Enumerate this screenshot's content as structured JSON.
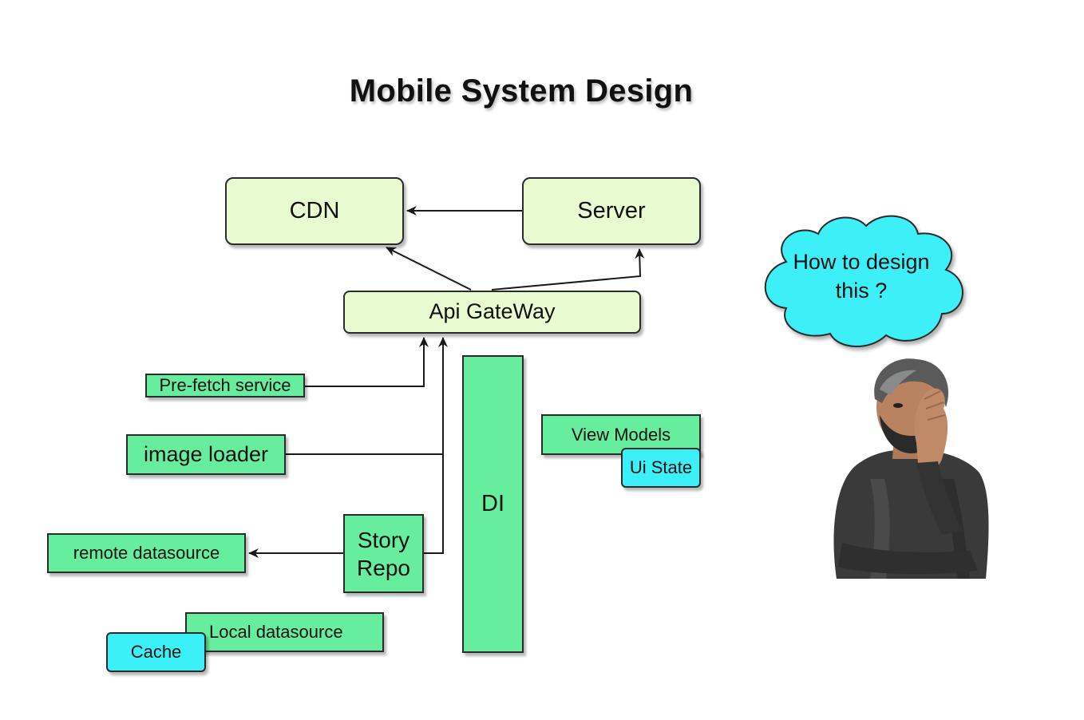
{
  "title": "Mobile System Design",
  "nodes": {
    "cdn": "CDN",
    "server": "Server",
    "api_gateway": "Api GateWay",
    "prefetch_service": "Pre-fetch service",
    "image_loader": "image loader",
    "remote_datasource": "remote datasource",
    "story_repo_line1": "Story",
    "story_repo_line2": "Repo",
    "di": "DI",
    "view_models": "View Models",
    "ui_state": "Ui State",
    "local_datasource": "Local datasource",
    "cache": "Cache"
  },
  "thought_cloud": {
    "line1": "How to design",
    "line2": "this ?"
  },
  "colors": {
    "light_node": "#e9fbd0",
    "green_node": "#66ee9e",
    "cyan_node": "#3cf0f7",
    "edge": "#1a1a1a"
  },
  "illustration": "person-thinking-icon"
}
